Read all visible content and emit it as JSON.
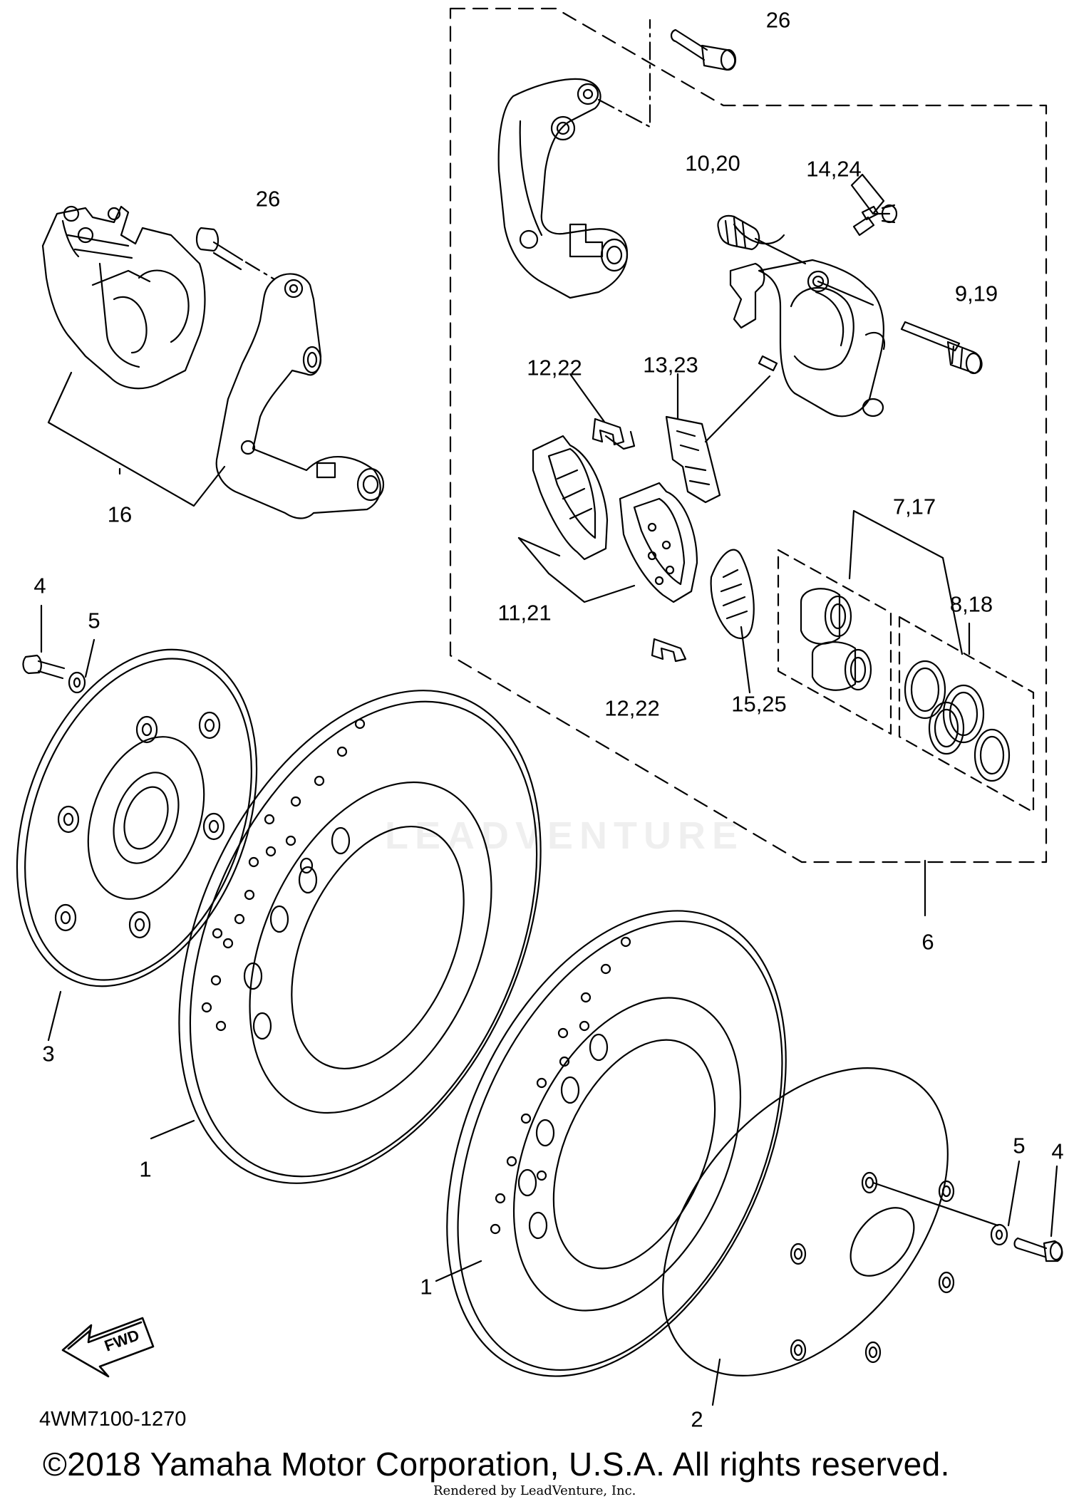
{
  "diagram": {
    "callouts": [
      {
        "id": "26-top",
        "text": "26"
      },
      {
        "id": "26-left",
        "text": "26"
      },
      {
        "id": "10-20",
        "text": "10,20"
      },
      {
        "id": "14-24",
        "text": "14,24"
      },
      {
        "id": "9-19",
        "text": "9,19"
      },
      {
        "id": "12-22-top",
        "text": "12,22"
      },
      {
        "id": "13-23",
        "text": "13,23"
      },
      {
        "id": "16",
        "text": "16"
      },
      {
        "id": "7-17",
        "text": "7,17"
      },
      {
        "id": "8-18",
        "text": "8,18"
      },
      {
        "id": "11-21",
        "text": "11,21"
      },
      {
        "id": "12-22-bottom",
        "text": "12,22"
      },
      {
        "id": "15-25",
        "text": "15,25"
      },
      {
        "id": "4-left",
        "text": "4"
      },
      {
        "id": "5-left",
        "text": "5"
      },
      {
        "id": "6",
        "text": "6"
      },
      {
        "id": "3",
        "text": "3"
      },
      {
        "id": "1-left",
        "text": "1"
      },
      {
        "id": "1-right",
        "text": "1"
      },
      {
        "id": "5-right",
        "text": "5"
      },
      {
        "id": "4-right",
        "text": "4"
      },
      {
        "id": "2",
        "text": "2"
      }
    ],
    "direction_label": "FWD",
    "watermark": "LEADVENTURE"
  },
  "footer": {
    "diagram_code": "4WM7100-1270",
    "copyright": "©2018 Yamaha Motor Corporation, U.S.A. All rights reserved.",
    "rendered_by": "Rendered by LeadVenture, Inc."
  }
}
